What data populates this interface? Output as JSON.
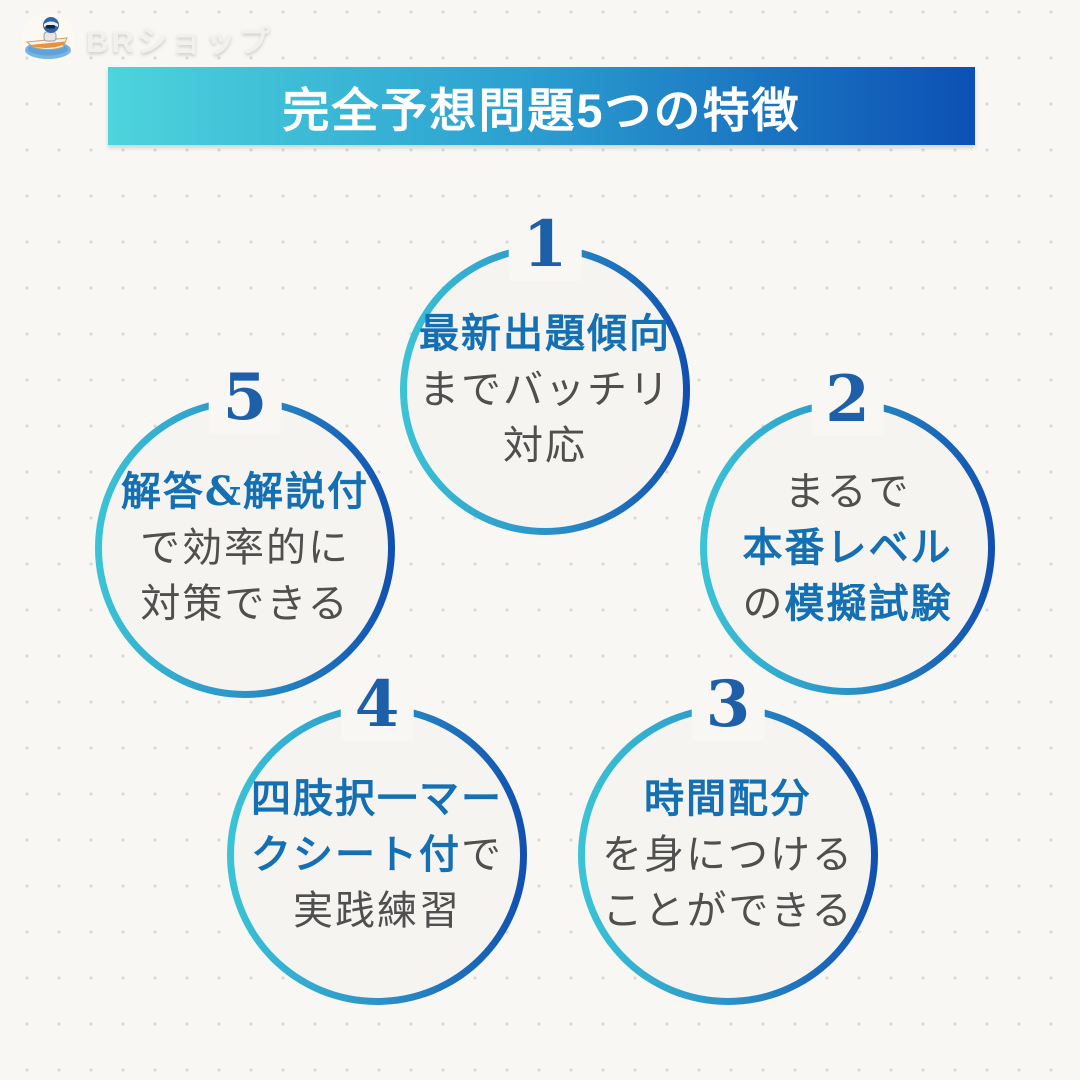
{
  "logo": {
    "brand": "BRショップ",
    "icon": "boat-racer-icon"
  },
  "banner": {
    "title": "完全予想問題5つの特徴"
  },
  "colors": {
    "background": "#f8f7f4",
    "dot_grid": "#dbdad7",
    "banner_gradient_start": "#4dd4dc",
    "banner_gradient_end": "#0c50b4",
    "ring_gradient_start": "#3bc4d6",
    "ring_gradient_end": "#114fb0",
    "accent_text": "#1470b2",
    "number_text": "#1d5fa8",
    "body_text": "#4f4f4f",
    "title_text": "#ffffff"
  },
  "features": [
    {
      "number": "1",
      "lines": [
        {
          "segments": [
            {
              "text": "最新出題傾向",
              "style": "accent"
            }
          ]
        },
        {
          "segments": [
            {
              "text": "までバッチリ",
              "style": "plain"
            }
          ]
        },
        {
          "segments": [
            {
              "text": "対応",
              "style": "plain"
            }
          ]
        }
      ]
    },
    {
      "number": "2",
      "lines": [
        {
          "segments": [
            {
              "text": "まるで",
              "style": "plain"
            }
          ]
        },
        {
          "segments": [
            {
              "text": "本番レベル",
              "style": "accent"
            }
          ]
        },
        {
          "segments": [
            {
              "text": "の",
              "style": "plain"
            },
            {
              "text": "模擬試験",
              "style": "accent"
            }
          ]
        }
      ]
    },
    {
      "number": "3",
      "lines": [
        {
          "segments": [
            {
              "text": "時間配分",
              "style": "accent"
            }
          ]
        },
        {
          "segments": [
            {
              "text": "を身につける",
              "style": "plain"
            }
          ]
        },
        {
          "segments": [
            {
              "text": "ことができる",
              "style": "plain"
            }
          ]
        }
      ]
    },
    {
      "number": "4",
      "lines": [
        {
          "segments": [
            {
              "text": "四肢択一マー",
              "style": "accent"
            }
          ]
        },
        {
          "segments": [
            {
              "text": "クシート付",
              "style": "accent"
            },
            {
              "text": "で",
              "style": "plain"
            }
          ]
        },
        {
          "segments": [
            {
              "text": "実践練習",
              "style": "plain"
            }
          ]
        }
      ]
    },
    {
      "number": "5",
      "lines": [
        {
          "segments": [
            {
              "text": "解答&解説付",
              "style": "accent"
            }
          ]
        },
        {
          "segments": [
            {
              "text": "で効率的に",
              "style": "plain"
            }
          ]
        },
        {
          "segments": [
            {
              "text": "対策できる",
              "style": "plain"
            }
          ]
        }
      ]
    }
  ]
}
